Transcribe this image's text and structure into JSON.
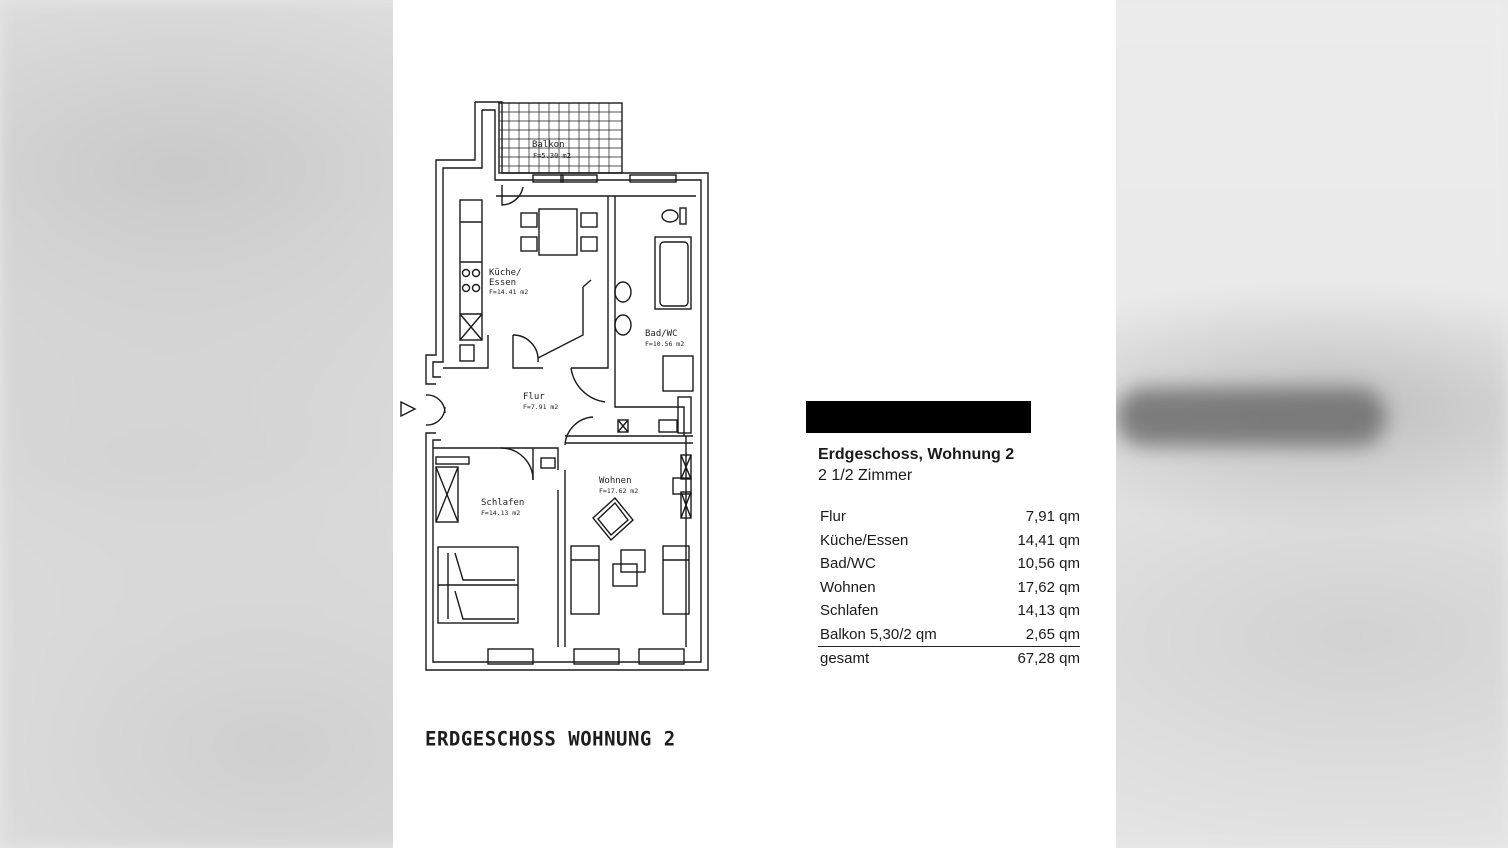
{
  "plan": {
    "title": "ERDGESCHOSS WOHNUNG 2",
    "rooms": [
      {
        "id": "balkon",
        "name": "Balkon",
        "area": "F=5.30 m2"
      },
      {
        "id": "kueche",
        "name_line1": "Küche/",
        "name_line2": "Essen",
        "area": "F=14.41 m2"
      },
      {
        "id": "bad",
        "name": "Bad/WC",
        "area": "F=10.56 m2"
      },
      {
        "id": "flur",
        "name": "Flur",
        "area": "F=7.91 m2"
      },
      {
        "id": "schlafen",
        "name": "Schlafen",
        "area": "F=14.13 m2"
      },
      {
        "id": "wohnen",
        "name": "Wohnen",
        "area": "F=17.62 m2"
      }
    ]
  },
  "info": {
    "heading": "Erdgeschoss, Wohnung 2",
    "subheading": "2 1/2 Zimmer",
    "rows": [
      {
        "label": "Flur",
        "value": "7,91 qm"
      },
      {
        "label": "Küche/Essen",
        "value": "14,41 qm"
      },
      {
        "label": "Bad/WC",
        "value": "10,56 qm"
      },
      {
        "label": "Wohnen",
        "value": "17,62 qm"
      },
      {
        "label": "Schlafen",
        "value": "14,13 qm"
      },
      {
        "label": "Balkon 5,30/2 qm",
        "value": "2,65 qm"
      }
    ],
    "total": {
      "label": "gesamt",
      "value": "67,28 qm"
    }
  }
}
